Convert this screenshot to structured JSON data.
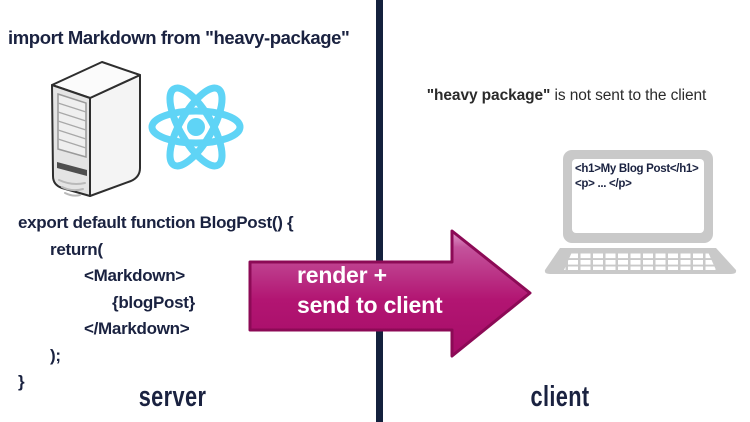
{
  "left_panel": {
    "import_line": "import Markdown from \"heavy-package\"",
    "code_lines": [
      "export default function BlogPost() {",
      "return(",
      "<Markdown>",
      "{blogPost}",
      "</Markdown>",
      ");",
      "}"
    ],
    "label": "server",
    "icons": [
      "server-icon",
      "react-logo-icon"
    ]
  },
  "right_panel": {
    "note_emphasis": "\"heavy package\"",
    "note_rest": " is not sent to the client",
    "screen_lines": [
      "<h1>My Blog Post</h1>",
      "<p> ... </p>"
    ],
    "label": "client",
    "icons": [
      "laptop-icon"
    ]
  },
  "arrow": {
    "line1": "render +",
    "line2": "send to client"
  },
  "colors": {
    "navy": "#1a2240",
    "divider_navy": "#14213d",
    "arrow_magenta": "#b21572",
    "arrow_border": "#8c0a56",
    "react_cyan": "#5fd4f6",
    "laptop_gray": "#c9c9c9",
    "note_text": "#2b2b2b",
    "background": "#ffffff"
  }
}
